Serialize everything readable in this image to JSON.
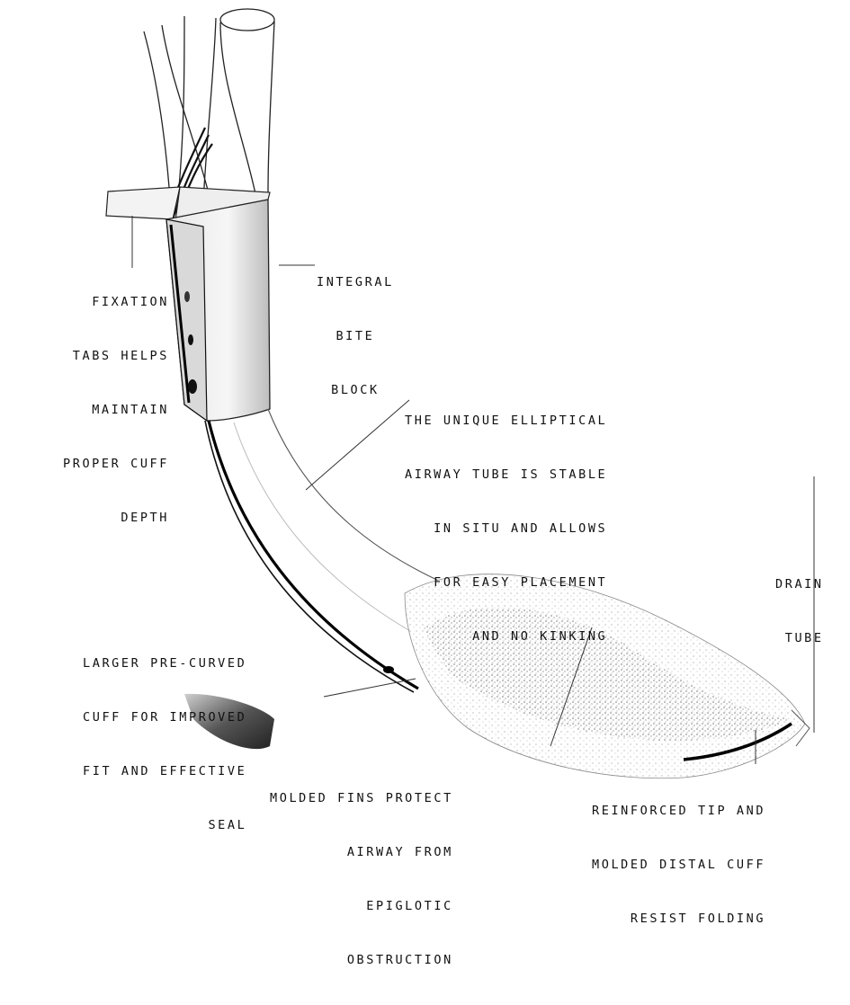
{
  "callouts": {
    "fixation_tabs": [
      "FIXATION",
      "TABS HELPS",
      "MAINTAIN",
      "PROPER CUFF",
      "DEPTH"
    ],
    "bite_block": [
      "INTEGRAL",
      "BITE",
      "BLOCK"
    ],
    "airway_tube": [
      "THE UNIQUE ELLIPTICAL",
      "AIRWAY TUBE IS STABLE",
      "IN SITU AND ALLOWS",
      "FOR EASY PLACEMENT",
      "AND NO KINKING"
    ],
    "drain_tube": [
      "DRAIN",
      "TUBE"
    ],
    "larger_cuff": [
      "LARGER PRE-CURVED",
      "CUFF FOR IMPROVED",
      "FIT AND EFFECTIVE",
      "SEAL"
    ],
    "molded_fins": [
      "MOLDED FINS PROTECT",
      "AIRWAY FROM",
      "EPIGLOTIC",
      "OBSTRUCTION"
    ],
    "reinforced_tip": [
      "REINFORCED TIP AND",
      "MOLDED DISTAL CUFF",
      "RESIST FOLDING"
    ]
  }
}
